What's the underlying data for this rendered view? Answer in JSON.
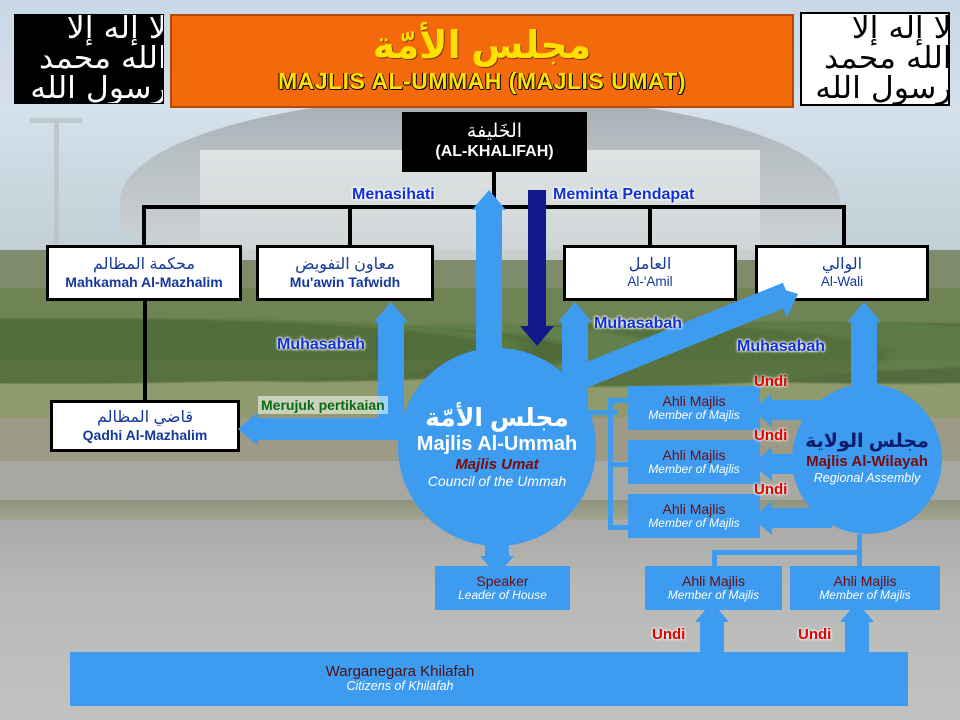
{
  "header": {
    "title_ar": "مجلس الأمّة",
    "title_en": "MAJLIS AL-UMMAH (MAJLIS UMAT)",
    "flag_left_name": "Al-Raya (black shahada flag)",
    "flag_right_name": "Al-Liwa (white shahada flag)",
    "shahada": "لا إله إلا الله محمد رسول الله",
    "band_color": "#f4690c",
    "title_color": "#ffe000"
  },
  "nodes": {
    "khalifah": {
      "ar": "الخَليفة",
      "en": "(AL-KHALIFAH)"
    },
    "mahkamah": {
      "ar": "محكمة المظالم",
      "en": "Mahkamah Al-Mazhalim"
    },
    "muawin": {
      "ar": "معاون التفويض",
      "en": "Mu'awin Tafwidh"
    },
    "amil": {
      "ar": "العامل",
      "en": "Al-'Amil"
    },
    "wali": {
      "ar": "الوالي",
      "en": "Al-Wali"
    },
    "qadhi": {
      "ar": "قاضي المظالم",
      "en": "Qadhi Al-Mazhalim"
    },
    "majlis_ummah": {
      "ar": "مجلس الأمّة",
      "l1": "Majlis Al-Ummah",
      "l2": "Majlis Umat",
      "l3": "Council of the Ummah"
    },
    "majlis_wilayah": {
      "ar": "مجلس الولاية",
      "l1": "Majlis Al-Wilayah",
      "l2": "Regional Assembly"
    },
    "speaker": {
      "t1": "Speaker",
      "t2": "Leader of House"
    },
    "citizens": {
      "t1": "Warganegara Khilafah",
      "t2": "Citizens of Khilafah"
    }
  },
  "members": [
    {
      "t1": "Ahli Majlis",
      "t2": "Member of Majlis"
    },
    {
      "t1": "Ahli Majlis",
      "t2": "Member of Majlis"
    },
    {
      "t1": "Ahli Majlis",
      "t2": "Member of Majlis"
    },
    {
      "t1": "Ahli Majlis",
      "t2": "Member of Majlis"
    },
    {
      "t1": "Ahli Majlis",
      "t2": "Member of Majlis"
    }
  ],
  "labels": {
    "menasihati": "Menasihati",
    "meminta_pendapat": "Meminta Pendapat",
    "muhasabah_1": "Muhasabah",
    "muhasabah_2": "Muhasabah",
    "muhasabah_3": "Muhasabah",
    "merujuk": "Merujuk pertikaian",
    "undi_1": "Undi",
    "undi_2": "Undi",
    "undi_3": "Undi",
    "undi_4": "Undi",
    "undi_5": "Undi"
  },
  "colors": {
    "blue": "#3d9bf0",
    "navy": "#101a8c",
    "label_blue": "#1232d8",
    "label_red": "#e20000",
    "label_green": "#0a6b15",
    "dark_red": "#7a0c0c"
  }
}
